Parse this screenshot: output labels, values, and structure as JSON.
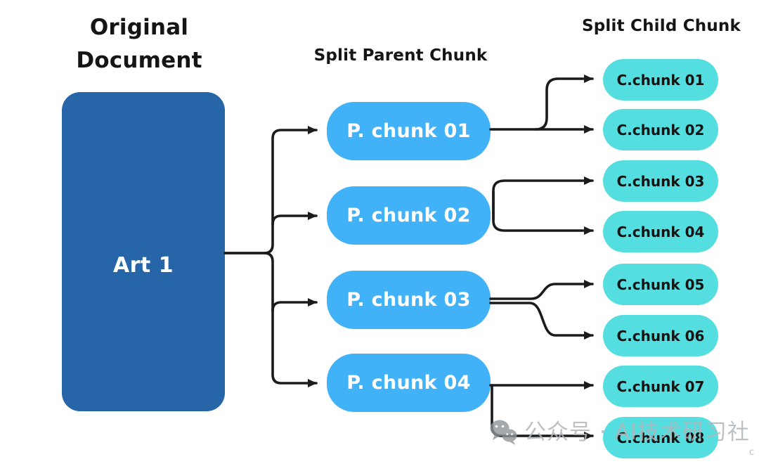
{
  "headings": {
    "original_document_line1": "Original",
    "original_document_line2": "Document",
    "split_parent_chunk": "Split Parent Chunk",
    "split_child_chunk": "Split Child Chunk"
  },
  "original_document": {
    "label": "Art 1"
  },
  "parent_chunks": [
    {
      "label": "P. chunk 01"
    },
    {
      "label": "P. chunk 02"
    },
    {
      "label": "P. chunk 03"
    },
    {
      "label": "P. chunk 04"
    }
  ],
  "child_chunks": [
    {
      "label": "C.chunk 01"
    },
    {
      "label": "C.chunk 02"
    },
    {
      "label": "C.chunk 03"
    },
    {
      "label": "C.chunk 04"
    },
    {
      "label": "C.chunk 05"
    },
    {
      "label": "C.chunk 06"
    },
    {
      "label": "C.chunk 07"
    },
    {
      "label": "C.chunk 08"
    }
  ],
  "connections": [
    {
      "from": "Art 1",
      "to": [
        "P. chunk 01",
        "P. chunk 02",
        "P. chunk 03",
        "P. chunk 04"
      ]
    },
    {
      "from": "P. chunk 01",
      "to": [
        "C.chunk 01",
        "C.chunk 02"
      ]
    },
    {
      "from": "P. chunk 02",
      "to": [
        "C.chunk 03",
        "C.chunk 04"
      ]
    },
    {
      "from": "P. chunk 03",
      "to": [
        "C.chunk 05",
        "C.chunk 06"
      ]
    },
    {
      "from": "P. chunk 04",
      "to": [
        "C.chunk 07",
        "C.chunk 08"
      ]
    }
  ],
  "watermark": {
    "icon": "wechat-icon",
    "text": "公众号 · AI技术研习社",
    "corner_text": "c"
  },
  "colors": {
    "document_box": "#2565A8",
    "parent_chunk": "#41B2F8",
    "child_chunk": "#55DEDF",
    "arrow": "#1b1b1b",
    "heading_text": "#151515",
    "watermark_text": "#b0b6bb"
  }
}
